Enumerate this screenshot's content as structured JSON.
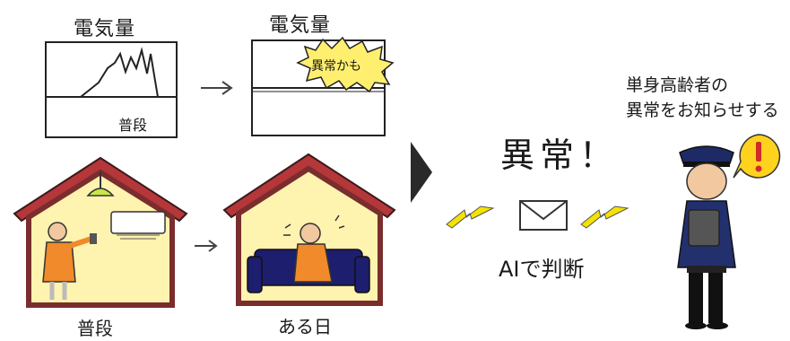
{
  "left_graph": {
    "title": "電気量",
    "label": "普段"
  },
  "right_graph": {
    "title": "電気量",
    "badge": "異常かも"
  },
  "left_house_caption": "普段",
  "right_house_caption": "ある日",
  "alert": {
    "headline": "異常！",
    "method": "AIで判断"
  },
  "officer_note": [
    "単身高齢者の",
    "異常をお知らせする"
  ],
  "colors": {
    "roof": "#b5373a",
    "wall": "#fff3b0",
    "frame": "#7a2d2d",
    "person": "#f08a2a",
    "sofa": "#1e1e6e",
    "badge": "#ffef6e"
  },
  "icons": [
    "arrow-right-icon",
    "play-triangle-icon",
    "lightning-icon",
    "envelope-icon",
    "exclamation-icon",
    "lamp-icon",
    "air-conditioner-icon"
  ]
}
